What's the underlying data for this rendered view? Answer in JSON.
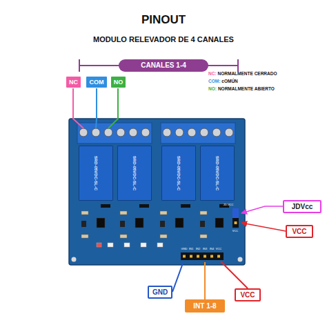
{
  "diagram": {
    "title": "PINOUT",
    "nodes": [
      {
        "text": [
          "CANALES 1-4"
        ]
      },
      {
        "text": [
          "NC"
        ]
      },
      {
        "text": [
          "COM"
        ]
      },
      {
        "text": [
          "NO"
        ]
      },
      {
        "text": [
          "SRD-05VDC-SL-C"
        ]
      },
      {
        "text": [
          "SRD-05VDC-SL-C"
        ]
      },
      {
        "text": [
          "SRD-05VDC-SL-C"
        ]
      },
      {
        "text": [
          "SRD-05VDC-SL-C"
        ]
      },
      {
        "text": [
          "JDVcc"
        ]
      },
      {
        "text": [
          "VCC"
        ]
      },
      {
        "text": [
          "GND"
        ]
      },
      {
        "text": [
          "INT 1-8"
        ]
      },
      {
        "text": [
          "VCC"
        ]
      }
    ],
    "labels": [
      "MODULO RELEVADOR DE 4 CANALES",
      "NC:",
      "NORMALMENTE CERRADO",
      "COM:",
      "cOMÚN",
      "NO:",
      "NORMALMENTE ABIERTO",
      "GND",
      "IN1",
      "IN2",
      "IN3",
      "IN4",
      "VCC",
      "JD-VCC",
      "VCC"
    ]
  }
}
